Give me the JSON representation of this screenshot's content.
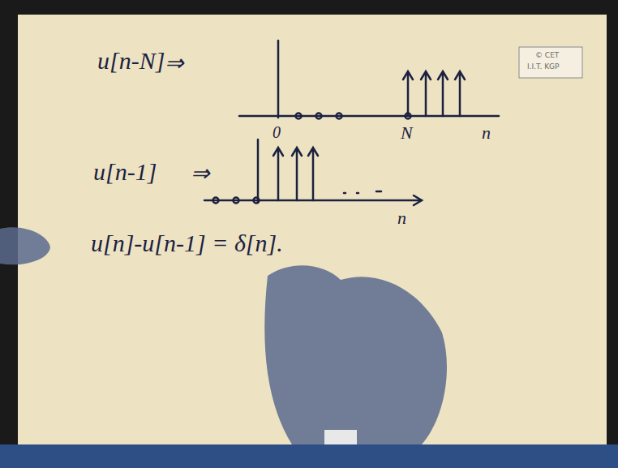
{
  "diagram": {
    "labels": [
      "u[n-N]",
      "⇒",
      "0",
      "N",
      "n",
      "© CET",
      "I.I.T. KGP",
      "u[n-1]",
      "⇒",
      "n",
      "u[n]-u[n-1] = δ[n]."
    ]
  }
}
